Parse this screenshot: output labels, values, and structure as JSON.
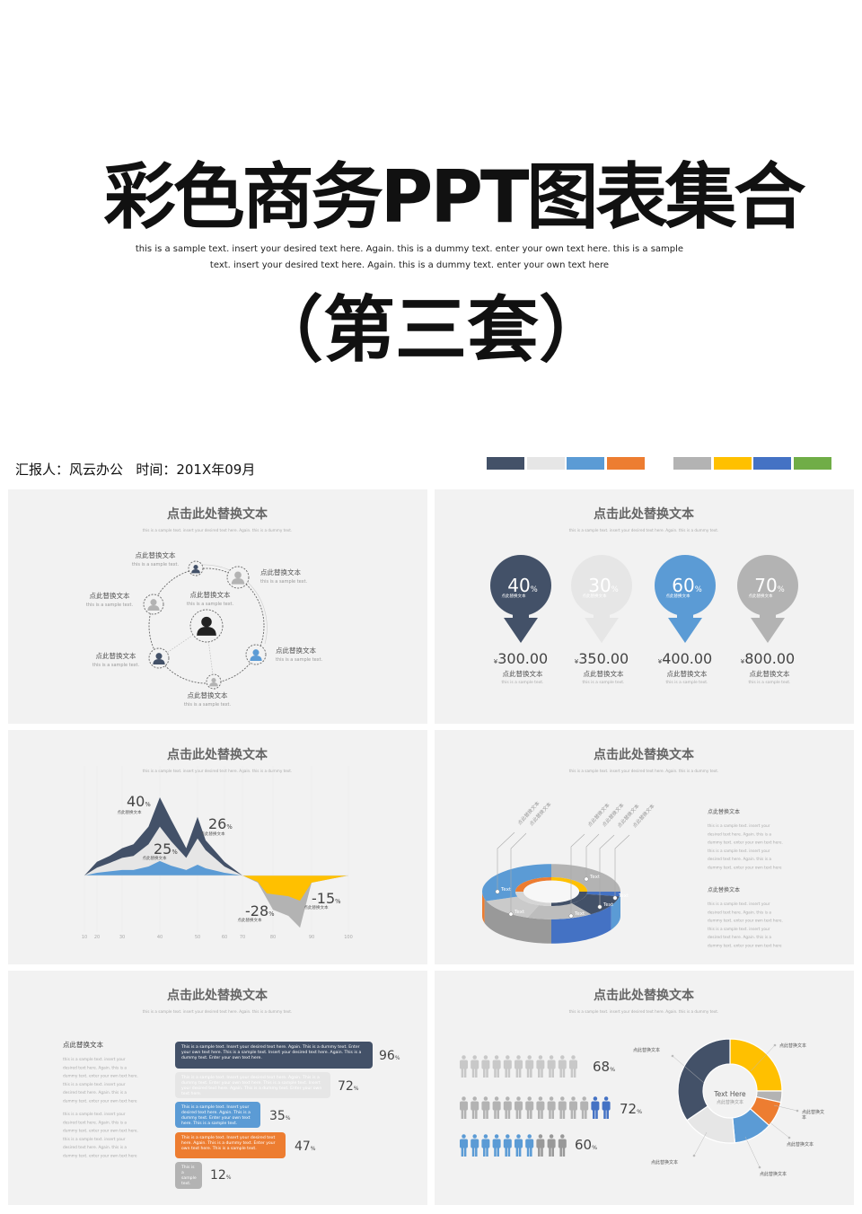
{
  "header": {
    "title": "彩色商务PPT图表集合",
    "description": [
      "this is a sample text. insert your desired text here. Again. this is a dummy text. enter your own text here. this is a sample",
      "text. insert your desired text here. Again. this is a dummy text. enter your own text here"
    ],
    "subtitle": "（第三套）",
    "reporter": "汇报人：风云办公",
    "time": "时间：201X年09月"
  },
  "palette": [
    "#435168",
    "#e6e6e6",
    "#5b9bd5",
    "#ed7d31",
    "#b3b3b3",
    "#ffc000",
    "#4472c4",
    "#70ad47"
  ],
  "panels": {
    "network": {
      "title": "点击此处替换文本",
      "desc": "this is a sample text. insert your desired text here. Again. this is a dummy text.",
      "center": {
        "label": "点此替换文本",
        "sub": "this is a sample text.",
        "color": "#222222"
      },
      "nodes": [
        {
          "label": "点此替换文本",
          "sub": "this is a sample text.",
          "color": "#435168"
        },
        {
          "label": "点此替换文本",
          "sub": "this is a sample text.",
          "color": "#b3b3b3"
        },
        {
          "label": "点此替换文本",
          "sub": "this is a sample text.",
          "color": "#b3b3b3"
        },
        {
          "label": "点此替换文本",
          "sub": "this is a sample text.",
          "color": "#435168"
        },
        {
          "label": "点此替换文本",
          "sub": "this is a sample text.",
          "color": "#5b9bd5"
        },
        {
          "label": "点此替换文本",
          "sub": "this is a sample text.",
          "color": "#b3b3b3"
        }
      ]
    },
    "pins": {
      "title": "点击此处替换文本",
      "desc": "this is a sample text. insert your desired text here. Again. this is a dummy text.",
      "items": [
        {
          "percent": "40",
          "unit": "%",
          "caption": "点此替换文本",
          "currency": "¥",
          "price": "300.00",
          "label": "点此替换文本",
          "sub": "this is a sample text.",
          "color": "#435168"
        },
        {
          "percent": "30",
          "unit": "%",
          "caption": "点此替换文本",
          "currency": "¥",
          "price": "350.00",
          "label": "点此替换文本",
          "sub": "this is a sample text.",
          "color": "#e6e6e6"
        },
        {
          "percent": "60",
          "unit": "%",
          "caption": "点此替换文本",
          "currency": "¥",
          "price": "400.00",
          "label": "点此替换文本",
          "sub": "this is a sample text.",
          "color": "#5b9bd5"
        },
        {
          "percent": "70",
          "unit": "%",
          "caption": "点此替换文本",
          "currency": "¥",
          "price": "800.00",
          "label": "点此替换文本",
          "sub": "this is a sample text.",
          "color": "#b3b3b3"
        }
      ]
    },
    "area": {
      "title": "点击此处替换文本",
      "desc": "this is a sample text. insert your desired text here. Again. this is a dummy text.",
      "annotations": [
        {
          "value": "40",
          "unit": "%",
          "caption": "点此替换文本"
        },
        {
          "value": "26",
          "unit": "%",
          "caption": "点此替换文本"
        },
        {
          "value": "25",
          "unit": "%",
          "caption": "点此替换文本"
        },
        {
          "value": "-28",
          "unit": "%",
          "caption": "点此替换文本"
        },
        {
          "value": "-15",
          "unit": "%",
          "caption": "点此替换文本"
        }
      ]
    },
    "ring3d": {
      "title": "点击此处替换文本",
      "desc": "this is a sample text. insert your desired text here. Again. this is a dummy text.",
      "callouts": [
        "点此替换文本",
        "点此替换文本",
        "点此替换文本",
        "点此替换文本",
        "点此替换文本",
        "点此替换文本"
      ],
      "point_label": "Text",
      "blocks": [
        {
          "heading": "点此替换文本",
          "lines": [
            "this is a sample text. insert your",
            "desired text here. Again. this is a",
            "dummy text. enter your own text here.",
            "this is a sample text. insert your",
            "desired text here. Again. this is a",
            "dummy text. enter your own text here"
          ]
        },
        {
          "heading": "点此替换文本",
          "lines": [
            "this is a sample text. insert your",
            "desired text here. Again. this is a",
            "dummy text. enter your own text here.",
            "this is a sample text. insert your",
            "desired text here. Again. this is a",
            "dummy text. enter your own text here"
          ]
        }
      ],
      "outer_segments": [
        {
          "color": "#b3b3b3"
        },
        {
          "color": "#4472c4"
        },
        {
          "color": "#435168"
        },
        {
          "color": "#bdbdbd"
        },
        {
          "color": "#cacaca"
        },
        {
          "color": "#5b9bd5"
        }
      ],
      "inner_segments": [
        {
          "color": "#ffc000"
        },
        {
          "color": "#435168"
        },
        {
          "color": "#d5d5d5"
        },
        {
          "color": "#ed7d31"
        }
      ]
    },
    "bars": {
      "title": "点击此处替换文本",
      "desc": "this is a sample text. insert your desired text here. Again. this is a dummy text.",
      "heading": "点此替换文本",
      "paragraphs": [
        [
          "this is a sample text. insert your",
          "desired text here. Again. this is a",
          "dummy text. enter your own text here.",
          "this is a sample text. insert your",
          "desired text here. Again. this is a",
          "dummy text. enter your own text here"
        ],
        [
          "this is a sample text. insert your",
          "desired text here. Again. this is a",
          "dummy text. enter your own text here.",
          "this is a sample text. insert your",
          "desired text here. Again. this is a",
          "dummy text. enter your own text here"
        ]
      ],
      "items": [
        {
          "text": "This is a sample text. Insert your desired text here. Again. This is a dummy text. Enter your own text here. This is a sample text. Insert your desired text here. Again. This is a dummy text. Enter your own text here.",
          "value": "96",
          "unit": "%",
          "color": "#435168"
        },
        {
          "text": "This is a sample text. Insert your desired text here. Again. This is a dummy text. Enter your own text here. This is a sample text. Insert your desired text here. Again. This is a dummy text. Enter your own text here.",
          "value": "72",
          "unit": "%",
          "color": "#e6e6e6"
        },
        {
          "text": "This is a sample text. Insert your desired text here. Again. This is a dummy text. Enter your own text here. This is a sample text.",
          "value": "35",
          "unit": "%",
          "color": "#5b9bd5"
        },
        {
          "text": "This is a sample text. Insert your desired text here. Again. This is a dummy text. Enter your own text here. This is a sample text.",
          "value": "47",
          "unit": "%",
          "color": "#ed7d31"
        },
        {
          "text": "This is a sample text.",
          "value": "12",
          "unit": "%",
          "color": "#b3b3b3"
        }
      ]
    },
    "people": {
      "title": "点击此处替换文本",
      "desc": "this is a sample text. insert your desired text here. Again. this is a dummy text.",
      "rows": [
        {
          "value": "68",
          "unit": "%",
          "icons": [
            {
              "count": 11,
              "color": "#c8c8c8"
            }
          ]
        },
        {
          "value": "72",
          "unit": "%",
          "icons": [
            {
              "count": 12,
              "color": "#b3b3b3"
            },
            {
              "count": 2,
              "color": "#4472c4"
            }
          ]
        },
        {
          "value": "60",
          "unit": "%",
          "icons": [
            {
              "count": 7,
              "color": "#5b9bd5"
            },
            {
              "count": 3,
              "color": "#999999"
            }
          ]
        }
      ],
      "donut_center_title": "Text Here",
      "donut_center_sub": "点此替换文本",
      "donut_labels": [
        "点此替换文本",
        "点此替换文本",
        "点此替换文",
        "本",
        "点此替换文本",
        "点此替换文本",
        "点此替换文本"
      ]
    }
  },
  "chart_data": [
    {
      "type": "area",
      "x_ticks": [
        10,
        20,
        30,
        40,
        50,
        60,
        70,
        80,
        90,
        100
      ],
      "grid": true,
      "series": [
        {
          "color": "#435168",
          "points": [
            [
              10,
              0
            ],
            [
              20,
              7
            ],
            [
              25,
              10
            ],
            [
              30,
              14
            ],
            [
              33,
              16
            ],
            [
              37,
              25
            ],
            [
              40,
              40
            ],
            [
              43,
              28.5
            ],
            [
              47,
              14
            ],
            [
              50,
              30
            ],
            [
              53,
              18
            ],
            [
              60,
              7
            ],
            [
              70,
              0
            ]
          ]
        },
        {
          "color": "#e6e6e6",
          "points": [
            [
              10,
              0
            ],
            [
              20,
              4
            ],
            [
              25,
              6.4
            ],
            [
              30,
              9
            ],
            [
              33,
              10
            ],
            [
              37,
              16
            ],
            [
              40,
              25
            ],
            [
              43,
              17.5
            ],
            [
              47,
              9
            ],
            [
              50,
              19
            ],
            [
              53,
              13
            ],
            [
              60,
              4.6
            ],
            [
              70,
              0
            ]
          ]
        },
        {
          "color": "#5b9bd5",
          "points": [
            [
              10,
              0
            ],
            [
              20,
              1.4
            ],
            [
              30,
              2.8
            ],
            [
              33,
              2.8
            ],
            [
              37,
              4.6
            ],
            [
              40,
              7.4
            ],
            [
              43,
              5
            ],
            [
              47,
              2.8
            ],
            [
              50,
              5.5
            ],
            [
              53,
              3.7
            ],
            [
              60,
              1.4
            ],
            [
              70,
              0
            ]
          ]
        },
        {
          "color": "#b3b3b3",
          "points": [
            [
              70,
              0
            ],
            [
              75,
              -3.7
            ],
            [
              80,
              -17.5
            ],
            [
              84,
              -20.7
            ],
            [
              87,
              -26.7
            ],
            [
              90,
              -3.7
            ],
            [
              100,
              0
            ]
          ]
        },
        {
          "color": "#ffc000",
          "points": [
            [
              70,
              0
            ],
            [
              75,
              -3.2
            ],
            [
              78,
              -9.2
            ],
            [
              84,
              -10.6
            ],
            [
              87,
              -12.9
            ],
            [
              90,
              -3.7
            ],
            [
              100,
              0
            ]
          ]
        }
      ]
    },
    {
      "type": "bar",
      "orientation": "horizontal",
      "values": [
        96,
        72,
        35,
        47,
        12
      ]
    },
    {
      "type": "pie",
      "donut": true,
      "slices": [
        {
          "value": 25,
          "color": "#ffc000"
        },
        {
          "value": 3.5,
          "color": "#b3b3b3"
        },
        {
          "value": 8,
          "color": "#ed7d31"
        },
        {
          "value": 12,
          "color": "#5b9bd5"
        },
        {
          "value": 17,
          "color": "#e6e6e6"
        },
        {
          "value": 34.5,
          "color": "#435168"
        }
      ]
    }
  ]
}
